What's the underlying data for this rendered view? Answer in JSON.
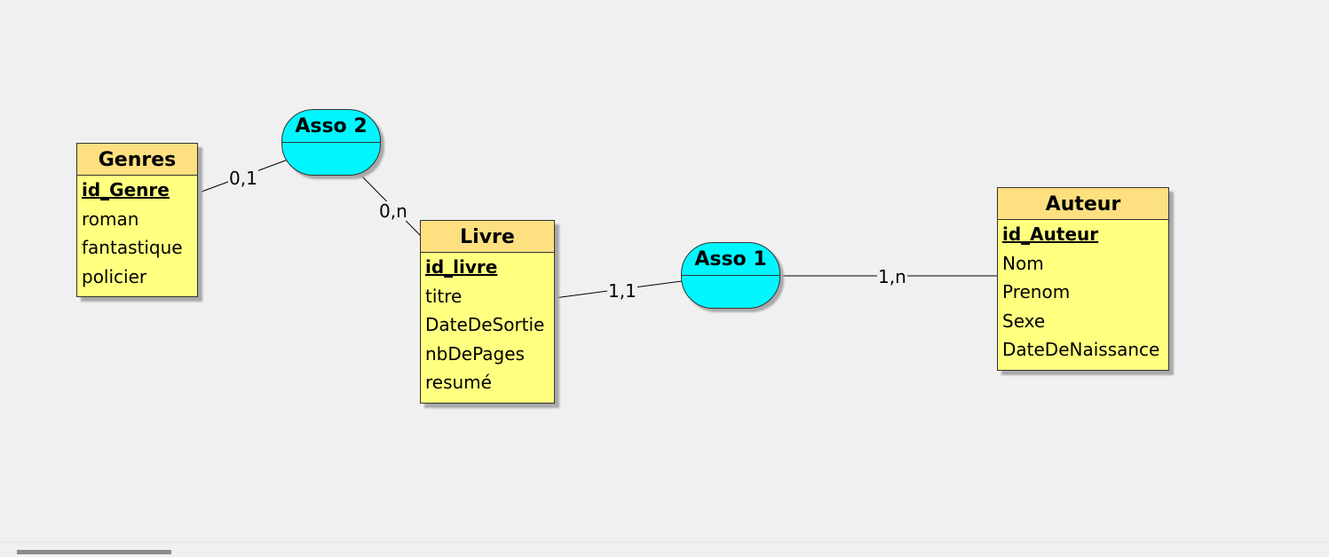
{
  "entities": {
    "genres": {
      "title": "Genres",
      "attributes": [
        "id_Genre",
        "roman",
        "fantastique",
        "policier"
      ]
    },
    "livre": {
      "title": "Livre",
      "attributes": [
        "id_livre",
        "titre",
        "DateDeSortie",
        "nbDePages",
        "resumé"
      ]
    },
    "auteur": {
      "title": "Auteur",
      "attributes": [
        "id_Auteur",
        "Nom",
        "Prenom",
        "Sexe",
        "DateDeNaissance"
      ]
    }
  },
  "associations": {
    "asso1": {
      "title": "Asso 1"
    },
    "asso2": {
      "title": "Asso 2"
    }
  },
  "cardinalities": {
    "genres_asso2": "0,1",
    "asso2_livre": "0,n",
    "livre_asso1": "1,1",
    "asso1_auteur": "1,n"
  },
  "colors": {
    "entity_header": "#ffe080",
    "entity_body": "#ffff80",
    "association": "#00f7ff",
    "background": "#f0f0f0"
  }
}
